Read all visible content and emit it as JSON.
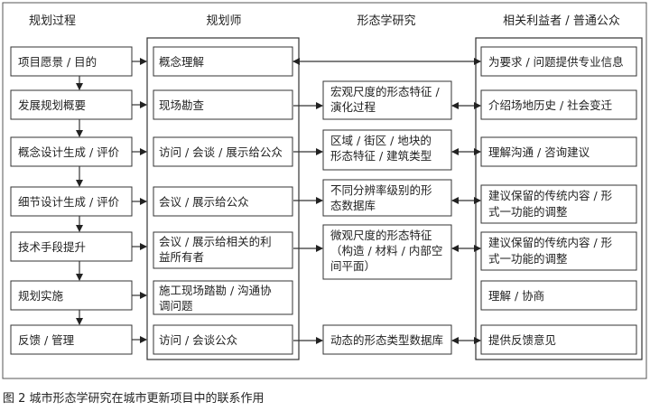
{
  "headers": {
    "process": "规划过程",
    "planner": "规划师",
    "research": "形态学研究",
    "public": "相关利益者 / 普通公众"
  },
  "process_steps": [
    "项目愿景 / 目的",
    "发展规划概要",
    "概念设计生成 / 评价",
    "细节设计生成 / 评价",
    "技术手段提升",
    "规划实施",
    "反馈 / 管理"
  ],
  "planner_items": [
    [
      "概念理解"
    ],
    [
      "现场勘查"
    ],
    [
      "访问 / 会谈 / 展示给公众"
    ],
    [
      "会议 / 展示给公众"
    ],
    [
      "会议 / 展示给相关的利",
      "益所有者"
    ],
    [
      "施工现场踏勘 / 沟通协",
      "调问题"
    ],
    [
      "访问 / 会谈公众"
    ]
  ],
  "research_items": [
    [
      "宏观尺度的形态特征 /",
      "演化过程"
    ],
    [
      "区域 / 街区 / 地块的",
      "形态特征 / 建筑类型"
    ],
    [
      "不同分辨率级别的形",
      "态数据库"
    ],
    [
      "微观尺度的形态特征",
      "（构造 / 材料 / 内部空",
      "间平面）"
    ],
    [
      "动态的形态类型数据库"
    ]
  ],
  "public_items": [
    [
      "为要求 / 问题提供专业信息"
    ],
    [
      "介绍场地历史 / 社会变迁"
    ],
    [
      "理解沟通 / 咨询建议"
    ],
    [
      "建议保留的传统内容 / 形",
      "式一功能的调整"
    ],
    [
      "建议保留的传统内容 / 形",
      "式一功能的调整"
    ],
    [
      "理解 / 协商"
    ],
    [
      "提供反馈意见"
    ]
  ],
  "caption": "图 2  城市形态学研究在城市更新项目中的联系作用"
}
